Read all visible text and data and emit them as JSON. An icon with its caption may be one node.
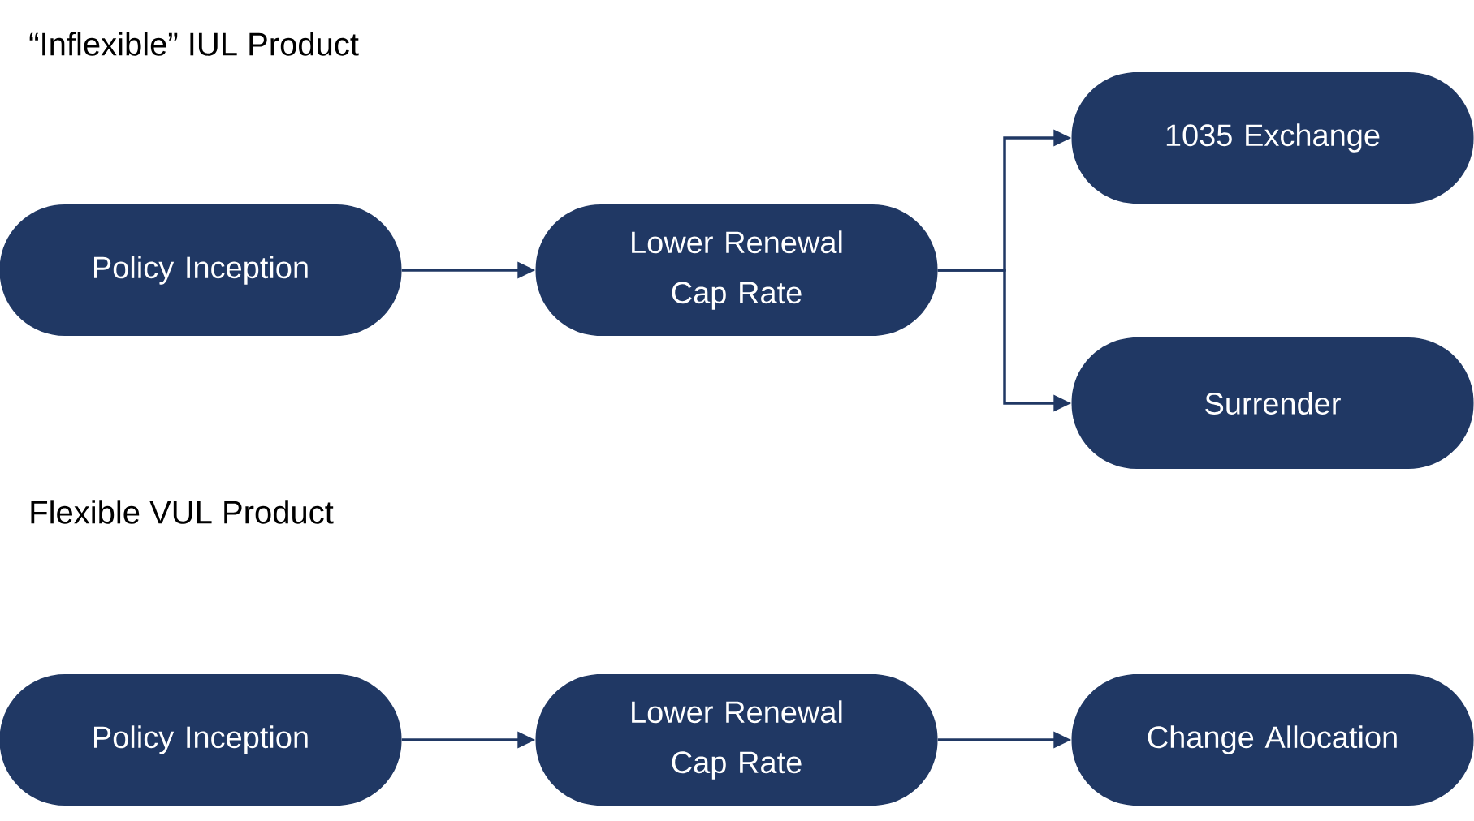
{
  "diagram": {
    "nodes": [
      {
        "text": [
          "Policy Inception"
        ]
      },
      {
        "text": [
          "Lower Renewal Cap Rate"
        ]
      },
      {
        "text": [
          "1035 Exchange"
        ]
      },
      {
        "text": [
          "Surrender"
        ]
      },
      {
        "text": [
          "Policy Inception"
        ]
      },
      {
        "text": [
          "Lower Renewal Cap Rate"
        ]
      },
      {
        "text": [
          "Change Allocation"
        ]
      }
    ],
    "edges": [
      {
        "from": 0,
        "to": 1,
        "arrow": "to"
      },
      {
        "from": 1,
        "to": 2,
        "arrow": "to"
      },
      {
        "from": 1,
        "to": 3,
        "arrow": "to"
      },
      {
        "from": 4,
        "to": 5,
        "arrow": "to"
      },
      {
        "from": 5,
        "to": 6,
        "arrow": "to"
      }
    ],
    "labels": [
      "“Inflexible” IUL Product",
      "Flexible VUL Product"
    ]
  }
}
